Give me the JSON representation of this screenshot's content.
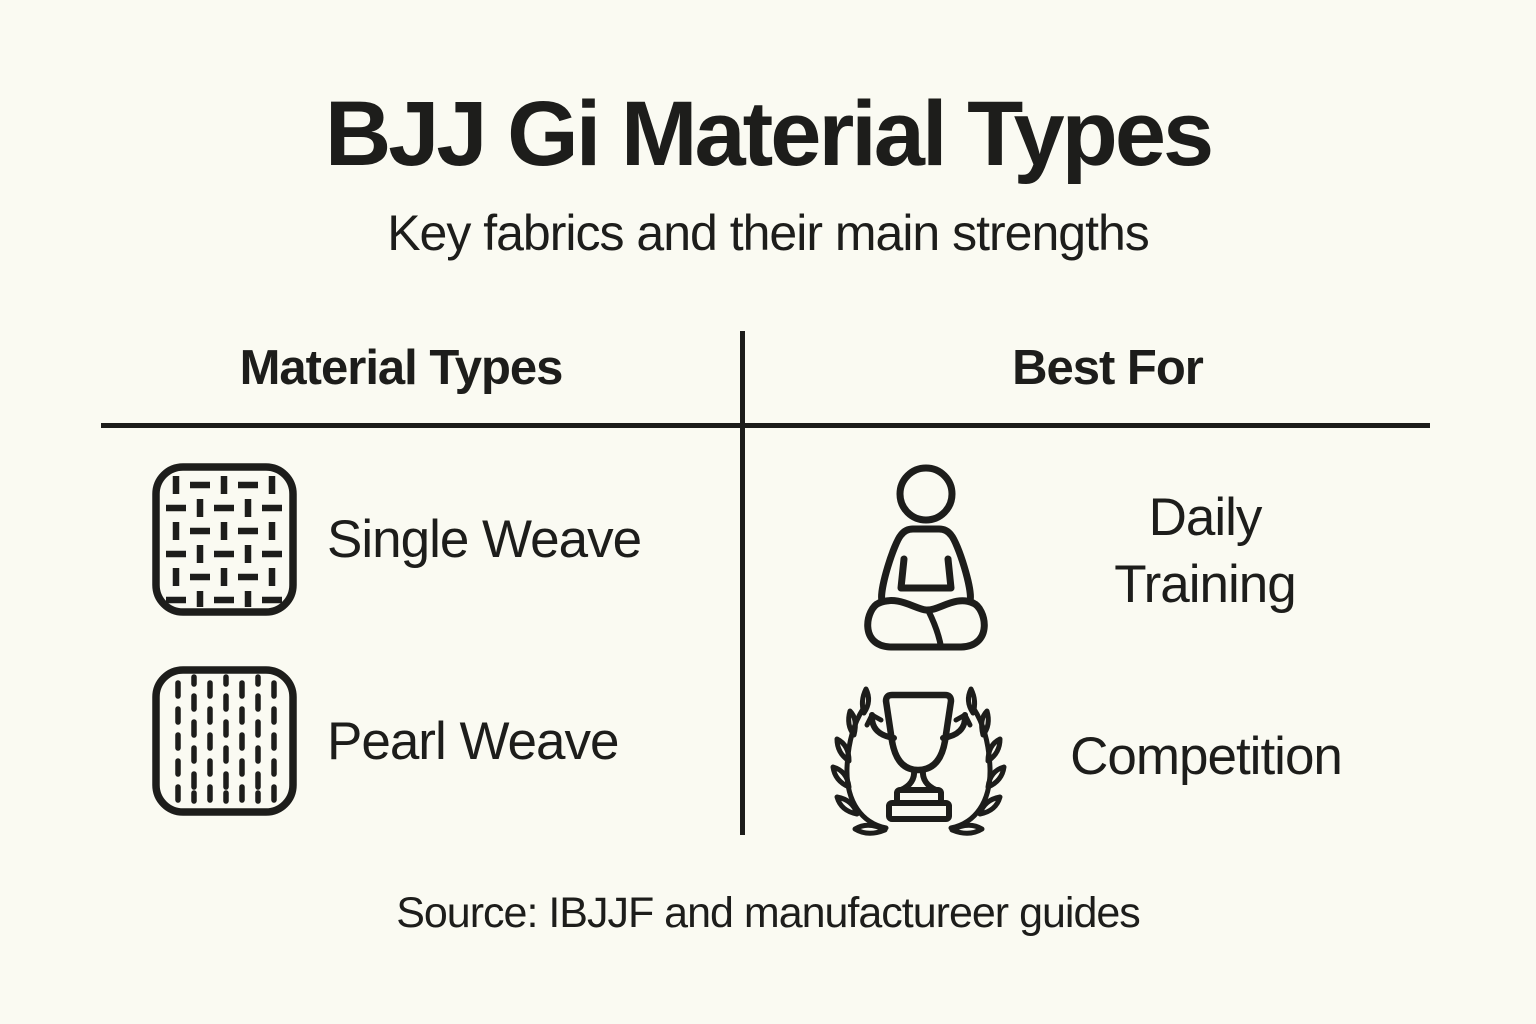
{
  "page": {
    "title": "BJJ Gi Material Types",
    "subtitle": "Key fabrics and their main strengths",
    "source": "Source: IBJJF and manufactureer guides"
  },
  "colors": {
    "background": "#FAFAF2",
    "ink": "#1D1D1B"
  },
  "table": {
    "left_header": "Material Types",
    "right_header": "Best For",
    "materials": [
      {
        "label": "Single Weave",
        "icon": "single-weave-swatch-icon"
      },
      {
        "label": "Pearl Weave",
        "icon": "pearl-weave-swatch-icon"
      }
    ],
    "best_for": [
      {
        "label": "Daily Training",
        "lines": [
          "Daily",
          "Training"
        ],
        "icon": "meditating-person-icon"
      },
      {
        "label": "Competition",
        "icon": "trophy-laurel-icon"
      }
    ]
  }
}
